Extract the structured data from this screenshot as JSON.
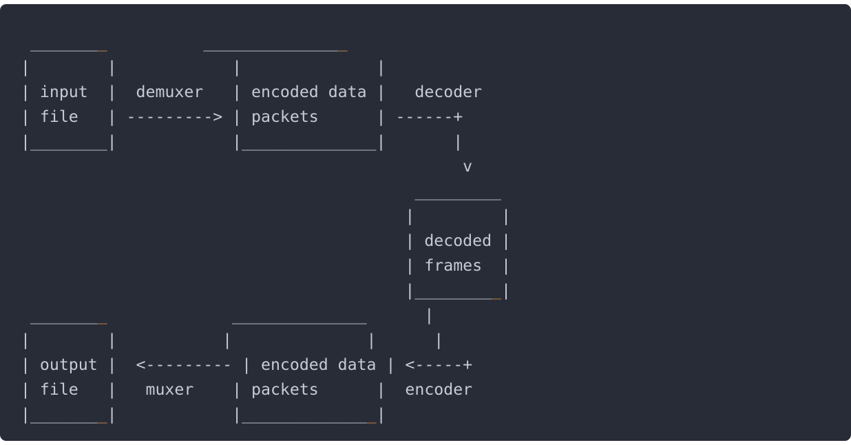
{
  "page": {
    "background": "#ffffff",
    "code_block_background": "#282c37",
    "text_color": "#c5cad6",
    "accent_color": "#d08a4e",
    "content_type": "ascii-art-diagram",
    "topic": "ffmpeg transcoding pipeline"
  },
  "diagram": {
    "labels": {
      "input_file_line1": "input",
      "input_file_line2": "file",
      "demuxer": "demuxer",
      "encoded_packets_top_line1": "encoded data",
      "encoded_packets_top_line2": "packets",
      "decoder": "decoder",
      "decoded_frames_line1": "decoded",
      "decoded_frames_line2": "frames",
      "output_file_line1": "output",
      "output_file_line2": "file",
      "muxer": "muxer",
      "encoded_packets_bottom_line1": "encoded data",
      "encoded_packets_bottom_line2": "packets",
      "encoder": "encoder"
    },
    "connectors": {
      "demuxer_arrow": "---------->",
      "decoder_corner": "------+",
      "down_pipe": "|",
      "down_arrow": "v",
      "muxer_arrow": "<---------",
      "encoder_corner": "<-----+"
    },
    "lines": [
      {
        "id": "line-01",
        "segments": [
          {
            "text": " ________      ",
            "style": "plain"
          },
          {
            "text": "_",
            "style": "orange"
          },
          {
            "text": "_____________",
            "style": "plain"
          },
          {
            "text": "_",
            "style": "orange"
          }
        ]
      },
      {
        "id": "line-02",
        "segments": [
          {
            "text": "|        |   |             |",
            "style": "plain"
          }
        ]
      },
      {
        "id": "line-03",
        "segments": [
          {
            "text": "| input  |  demuxer   | encoded data |   decoder",
            "style": "plain"
          }
        ]
      },
      {
        "id": "line-04",
        "segments": [
          {
            "text": "| file   | ---------> | packets      | ------+",
            "style": "plain"
          }
        ]
      },
      {
        "id": "line-05",
        "segments": [
          {
            "text": "|________|            |______________|       |",
            "style": "plain"
          }
        ]
      },
      {
        "id": "line-06",
        "segments": [
          {
            "text": "                                             v",
            "style": "plain"
          }
        ]
      },
      {
        "id": "line-07",
        "segments": [
          {
            "text": "                                      _________",
            "style": "plain"
          }
        ]
      },
      {
        "id": "line-08",
        "segments": [
          {
            "text": "                                     |         |",
            "style": "plain"
          }
        ]
      },
      {
        "id": "line-09",
        "segments": [
          {
            "text": "                                     | decoded |",
            "style": "plain"
          }
        ]
      },
      {
        "id": "line-10",
        "segments": [
          {
            "text": "                                     | frames  |",
            "style": "plain"
          }
        ]
      },
      {
        "id": "line-11",
        "segments": [
          {
            "text": "                                     |_________",
            "style": "plain"
          },
          {
            "text": "",
            "style": "orange"
          },
          {
            "text": "|",
            "style": "plain"
          }
        ]
      },
      {
        "id": "line-12",
        "segments": [
          {
            "text": " ________                             _____|",
            "style": "plain"
          }
        ]
      },
      {
        "id": "line-13",
        "segments": [
          {
            "text": "|        |    |              |       |",
            "style": "plain"
          }
        ]
      },
      {
        "id": "line-14",
        "segments": [
          {
            "text": "| output |  <--------- | encoded data | <-----+",
            "style": "plain"
          }
        ]
      },
      {
        "id": "line-15",
        "segments": [
          {
            "text": "| file   |   muxer    | packets      |  encoder",
            "style": "plain"
          }
        ]
      },
      {
        "id": "line-16",
        "segments": [
          {
            "text": "|________|            |______________|",
            "style": "plain"
          }
        ]
      }
    ]
  }
}
